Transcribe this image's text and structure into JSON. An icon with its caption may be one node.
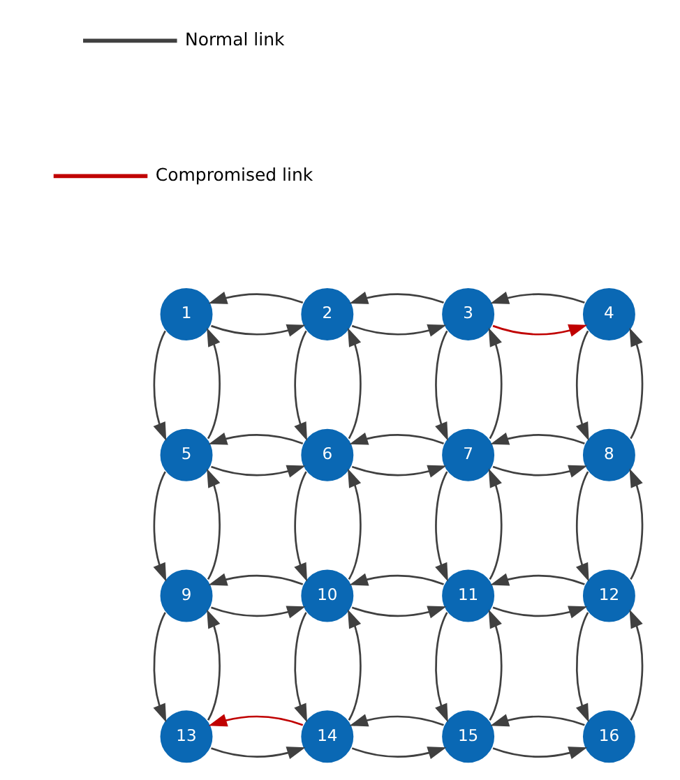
{
  "diagram": {
    "nodes": [
      {
        "text": [
          "1"
        ]
      },
      {
        "text": [
          "2"
        ]
      },
      {
        "text": [
          "3"
        ]
      },
      {
        "text": [
          "4"
        ]
      },
      {
        "text": [
          "5"
        ]
      },
      {
        "text": [
          "6"
        ]
      },
      {
        "text": [
          "7"
        ]
      },
      {
        "text": [
          "8"
        ]
      },
      {
        "text": [
          "9"
        ]
      },
      {
        "text": [
          "10"
        ]
      },
      {
        "text": [
          "11"
        ]
      },
      {
        "text": [
          "12"
        ]
      },
      {
        "text": [
          "13"
        ]
      },
      {
        "text": [
          "14"
        ]
      },
      {
        "text": [
          "15"
        ]
      },
      {
        "text": [
          "16"
        ]
      }
    ],
    "edges": [
      {
        "from": 0,
        "to": 1,
        "arrow": "to"
      },
      {
        "from": 1,
        "to": 0,
        "arrow": "to"
      },
      {
        "from": 1,
        "to": 2,
        "arrow": "to"
      },
      {
        "from": 2,
        "to": 1,
        "arrow": "to"
      },
      {
        "from": 2,
        "to": 3,
        "arrow": "to",
        "color": "#c00000"
      },
      {
        "from": 3,
        "to": 2,
        "arrow": "to"
      },
      {
        "from": 4,
        "to": 5,
        "arrow": "to"
      },
      {
        "from": 5,
        "to": 4,
        "arrow": "to"
      },
      {
        "from": 5,
        "to": 6,
        "arrow": "to"
      },
      {
        "from": 6,
        "to": 5,
        "arrow": "to"
      },
      {
        "from": 6,
        "to": 7,
        "arrow": "to"
      },
      {
        "from": 7,
        "to": 6,
        "arrow": "to"
      },
      {
        "from": 8,
        "to": 9,
        "arrow": "to"
      },
      {
        "from": 9,
        "to": 8,
        "arrow": "to"
      },
      {
        "from": 9,
        "to": 10,
        "arrow": "to"
      },
      {
        "from": 10,
        "to": 9,
        "arrow": "to"
      },
      {
        "from": 10,
        "to": 11,
        "arrow": "to"
      },
      {
        "from": 11,
        "to": 10,
        "arrow": "to"
      },
      {
        "from": 12,
        "to": 13,
        "arrow": "to"
      },
      {
        "from": 13,
        "to": 12,
        "arrow": "to",
        "color": "#c00000"
      },
      {
        "from": 13,
        "to": 14,
        "arrow": "to"
      },
      {
        "from": 14,
        "to": 13,
        "arrow": "to"
      },
      {
        "from": 14,
        "to": 15,
        "arrow": "to"
      },
      {
        "from": 15,
        "to": 14,
        "arrow": "to"
      },
      {
        "from": 0,
        "to": 4,
        "arrow": "to"
      },
      {
        "from": 4,
        "to": 0,
        "arrow": "to"
      },
      {
        "from": 1,
        "to": 5,
        "arrow": "to"
      },
      {
        "from": 5,
        "to": 1,
        "arrow": "to"
      },
      {
        "from": 2,
        "to": 6,
        "arrow": "to"
      },
      {
        "from": 6,
        "to": 2,
        "arrow": "to"
      },
      {
        "from": 3,
        "to": 7,
        "arrow": "to"
      },
      {
        "from": 7,
        "to": 3,
        "arrow": "to"
      },
      {
        "from": 4,
        "to": 8,
        "arrow": "to"
      },
      {
        "from": 8,
        "to": 4,
        "arrow": "to"
      },
      {
        "from": 5,
        "to": 9,
        "arrow": "to"
      },
      {
        "from": 9,
        "to": 5,
        "arrow": "to"
      },
      {
        "from": 6,
        "to": 10,
        "arrow": "to"
      },
      {
        "from": 10,
        "to": 6,
        "arrow": "to"
      },
      {
        "from": 7,
        "to": 11,
        "arrow": "to"
      },
      {
        "from": 11,
        "to": 7,
        "arrow": "to"
      },
      {
        "from": 8,
        "to": 12,
        "arrow": "to"
      },
      {
        "from": 12,
        "to": 8,
        "arrow": "to"
      },
      {
        "from": 9,
        "to": 13,
        "arrow": "to"
      },
      {
        "from": 13,
        "to": 9,
        "arrow": "to"
      },
      {
        "from": 10,
        "to": 14,
        "arrow": "to"
      },
      {
        "from": 14,
        "to": 10,
        "arrow": "to"
      },
      {
        "from": 11,
        "to": 15,
        "arrow": "to"
      },
      {
        "from": 15,
        "to": 11,
        "arrow": "to"
      }
    ],
    "legend": [
      {
        "text": "Normal link"
      },
      {
        "text": "Compromised link"
      }
    ]
  }
}
